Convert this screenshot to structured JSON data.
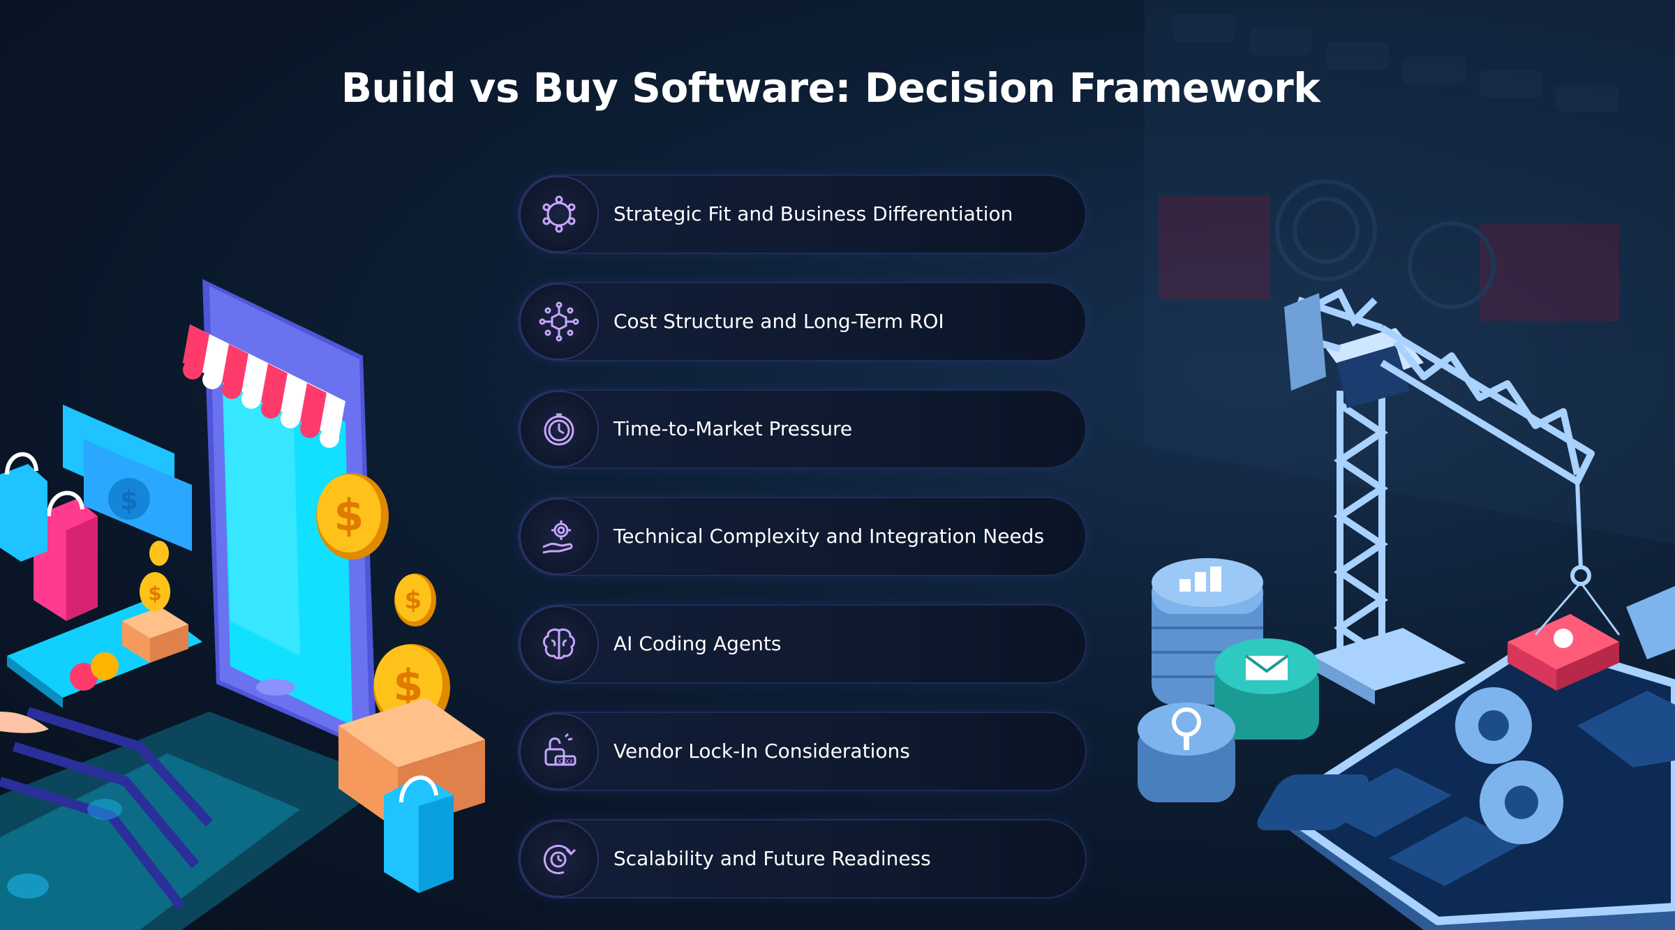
{
  "title": "Build vs Buy Software: Decision Framework",
  "items": [
    {
      "label": "Strategic Fit and Business Differentiation",
      "icon": "network-hexagon-icon"
    },
    {
      "label": "Cost Structure and Long-Term ROI",
      "icon": "cube-network-icon"
    },
    {
      "label": "Time-to-Market Pressure",
      "icon": "stopwatch-icon"
    },
    {
      "label": "Technical Complexity and Integration Needs",
      "icon": "gear-hand-icon"
    },
    {
      "label": "AI Coding Agents",
      "icon": "brain-icon"
    },
    {
      "label": "Vendor Lock-In Considerations",
      "icon": "padlock-password-icon"
    },
    {
      "label": "Scalability and Future Readiness",
      "icon": "clock-arrow-icon"
    }
  ],
  "colors": {
    "background": "#0a1628",
    "icon_stroke": "#c9a6ff",
    "pill_border": "#1f2c58",
    "awning_red": "#ff3b6b",
    "coin_gold": "#ffb400",
    "phone_screen": "#12e0ff",
    "crane_blue": "#a9d2ff"
  },
  "illustrations": {
    "left": "online-shop-phone-illustration",
    "right": "construction-crane-apps-illustration"
  }
}
